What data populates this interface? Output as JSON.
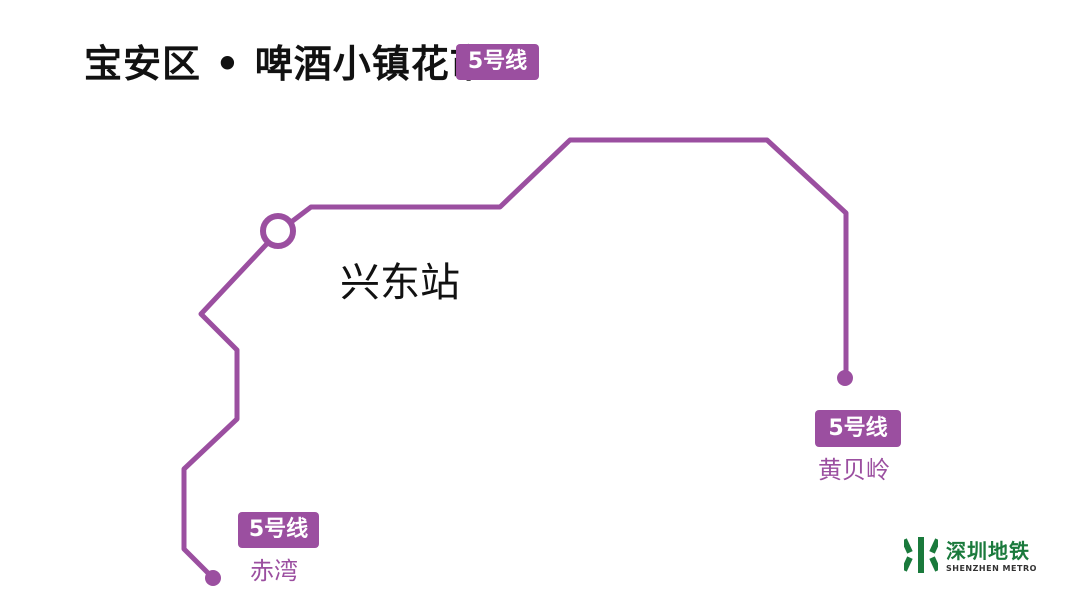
{
  "title": {
    "text": "宝安区 • 啤酒小镇花市",
    "line_badge": "5号线"
  },
  "line": {
    "color": "#9b4fa0",
    "station": "兴东站",
    "terminal_start": {
      "badge": "5号线",
      "name": "赤湾"
    },
    "terminal_end": {
      "badge": "5号线",
      "name": "黄贝岭"
    }
  },
  "logo": {
    "name_cn": "深圳地铁",
    "name_en": "SHENZHEN METRO",
    "color": "#1a7a3c"
  }
}
